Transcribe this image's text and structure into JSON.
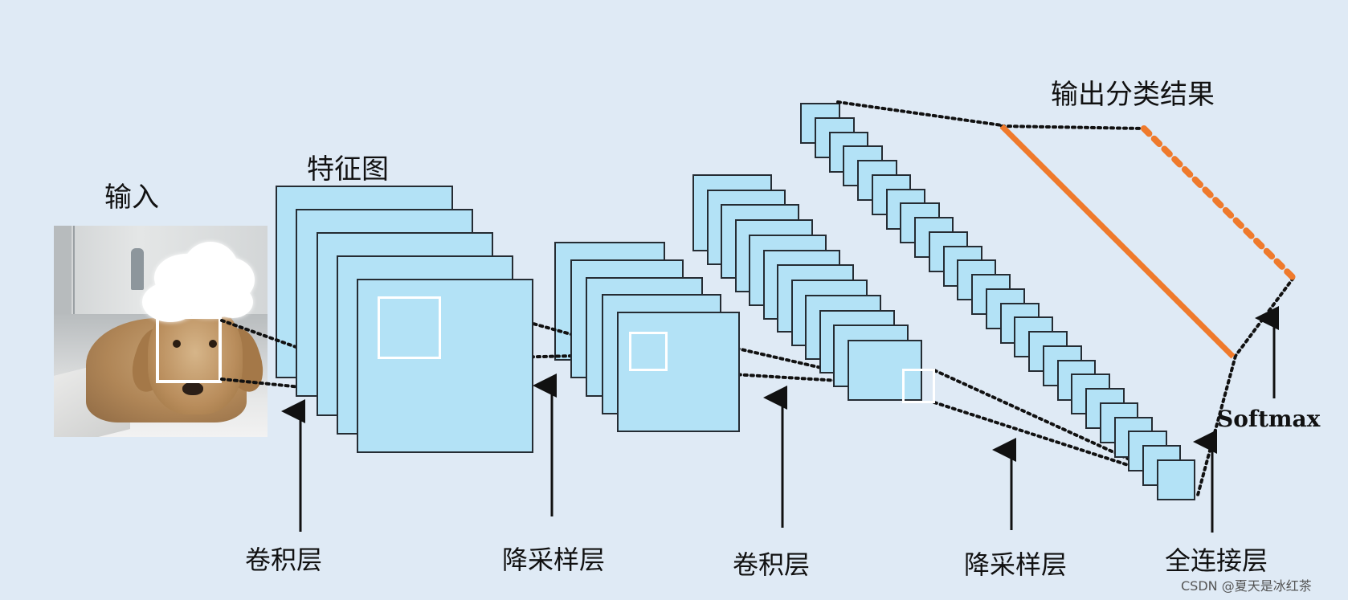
{
  "labels": {
    "input": "输入",
    "feature_map": "特征图",
    "output_result": "输出分类结果",
    "conv1": "卷积层",
    "pool1": "降采样层",
    "conv2": "卷积层",
    "pool2": "降采样层",
    "fc": "全连接层",
    "softmax": "Softmax"
  },
  "watermark": "CSDN @夏天是冰红茶",
  "colors": {
    "background": "#dfeaf5",
    "feature_map_fill": "#b3e2f6",
    "feature_map_border": "#252c33",
    "output_line": "#ef7a2c",
    "window_box": "#ffffff"
  },
  "stack_counts": {
    "conv1_maps": 5,
    "pool1_maps": 5,
    "conv2_maps": 12,
    "pool2_maps": 26
  },
  "image_icon": "dog-photo"
}
